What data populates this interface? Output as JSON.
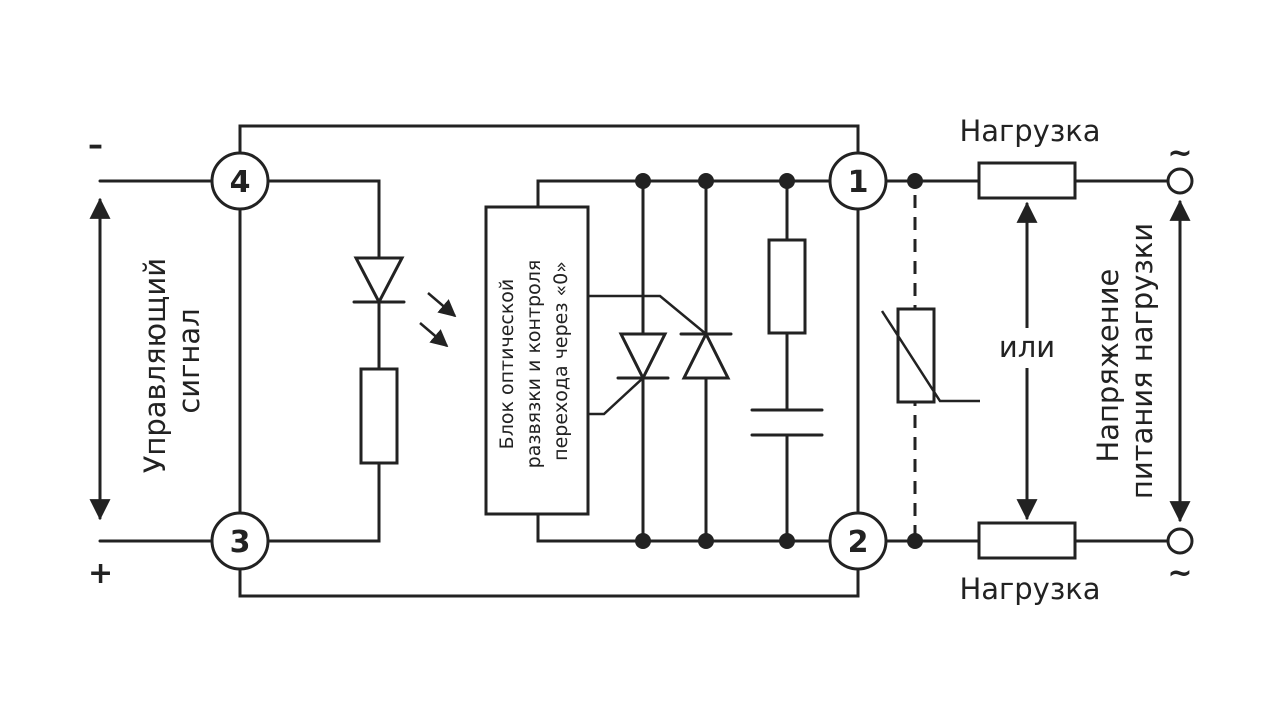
{
  "terminals": {
    "t1": "1",
    "t2": "2",
    "t3": "3",
    "t4": "4"
  },
  "control": {
    "minus": "–",
    "plus": "+",
    "label_line1": "Управляющий",
    "label_line2": "сигнал"
  },
  "optical_block": {
    "line1": "Блок оптической",
    "line2": "развязки и контроля",
    "line3": "перехода через «0»"
  },
  "load": {
    "top_label": "Нагрузка",
    "bottom_label": "Нагрузка",
    "or_label": "или"
  },
  "supply": {
    "tilde_top": "~",
    "tilde_bottom": "~",
    "label_line1": "Напряжение",
    "label_line2": "питания нагрузки"
  }
}
